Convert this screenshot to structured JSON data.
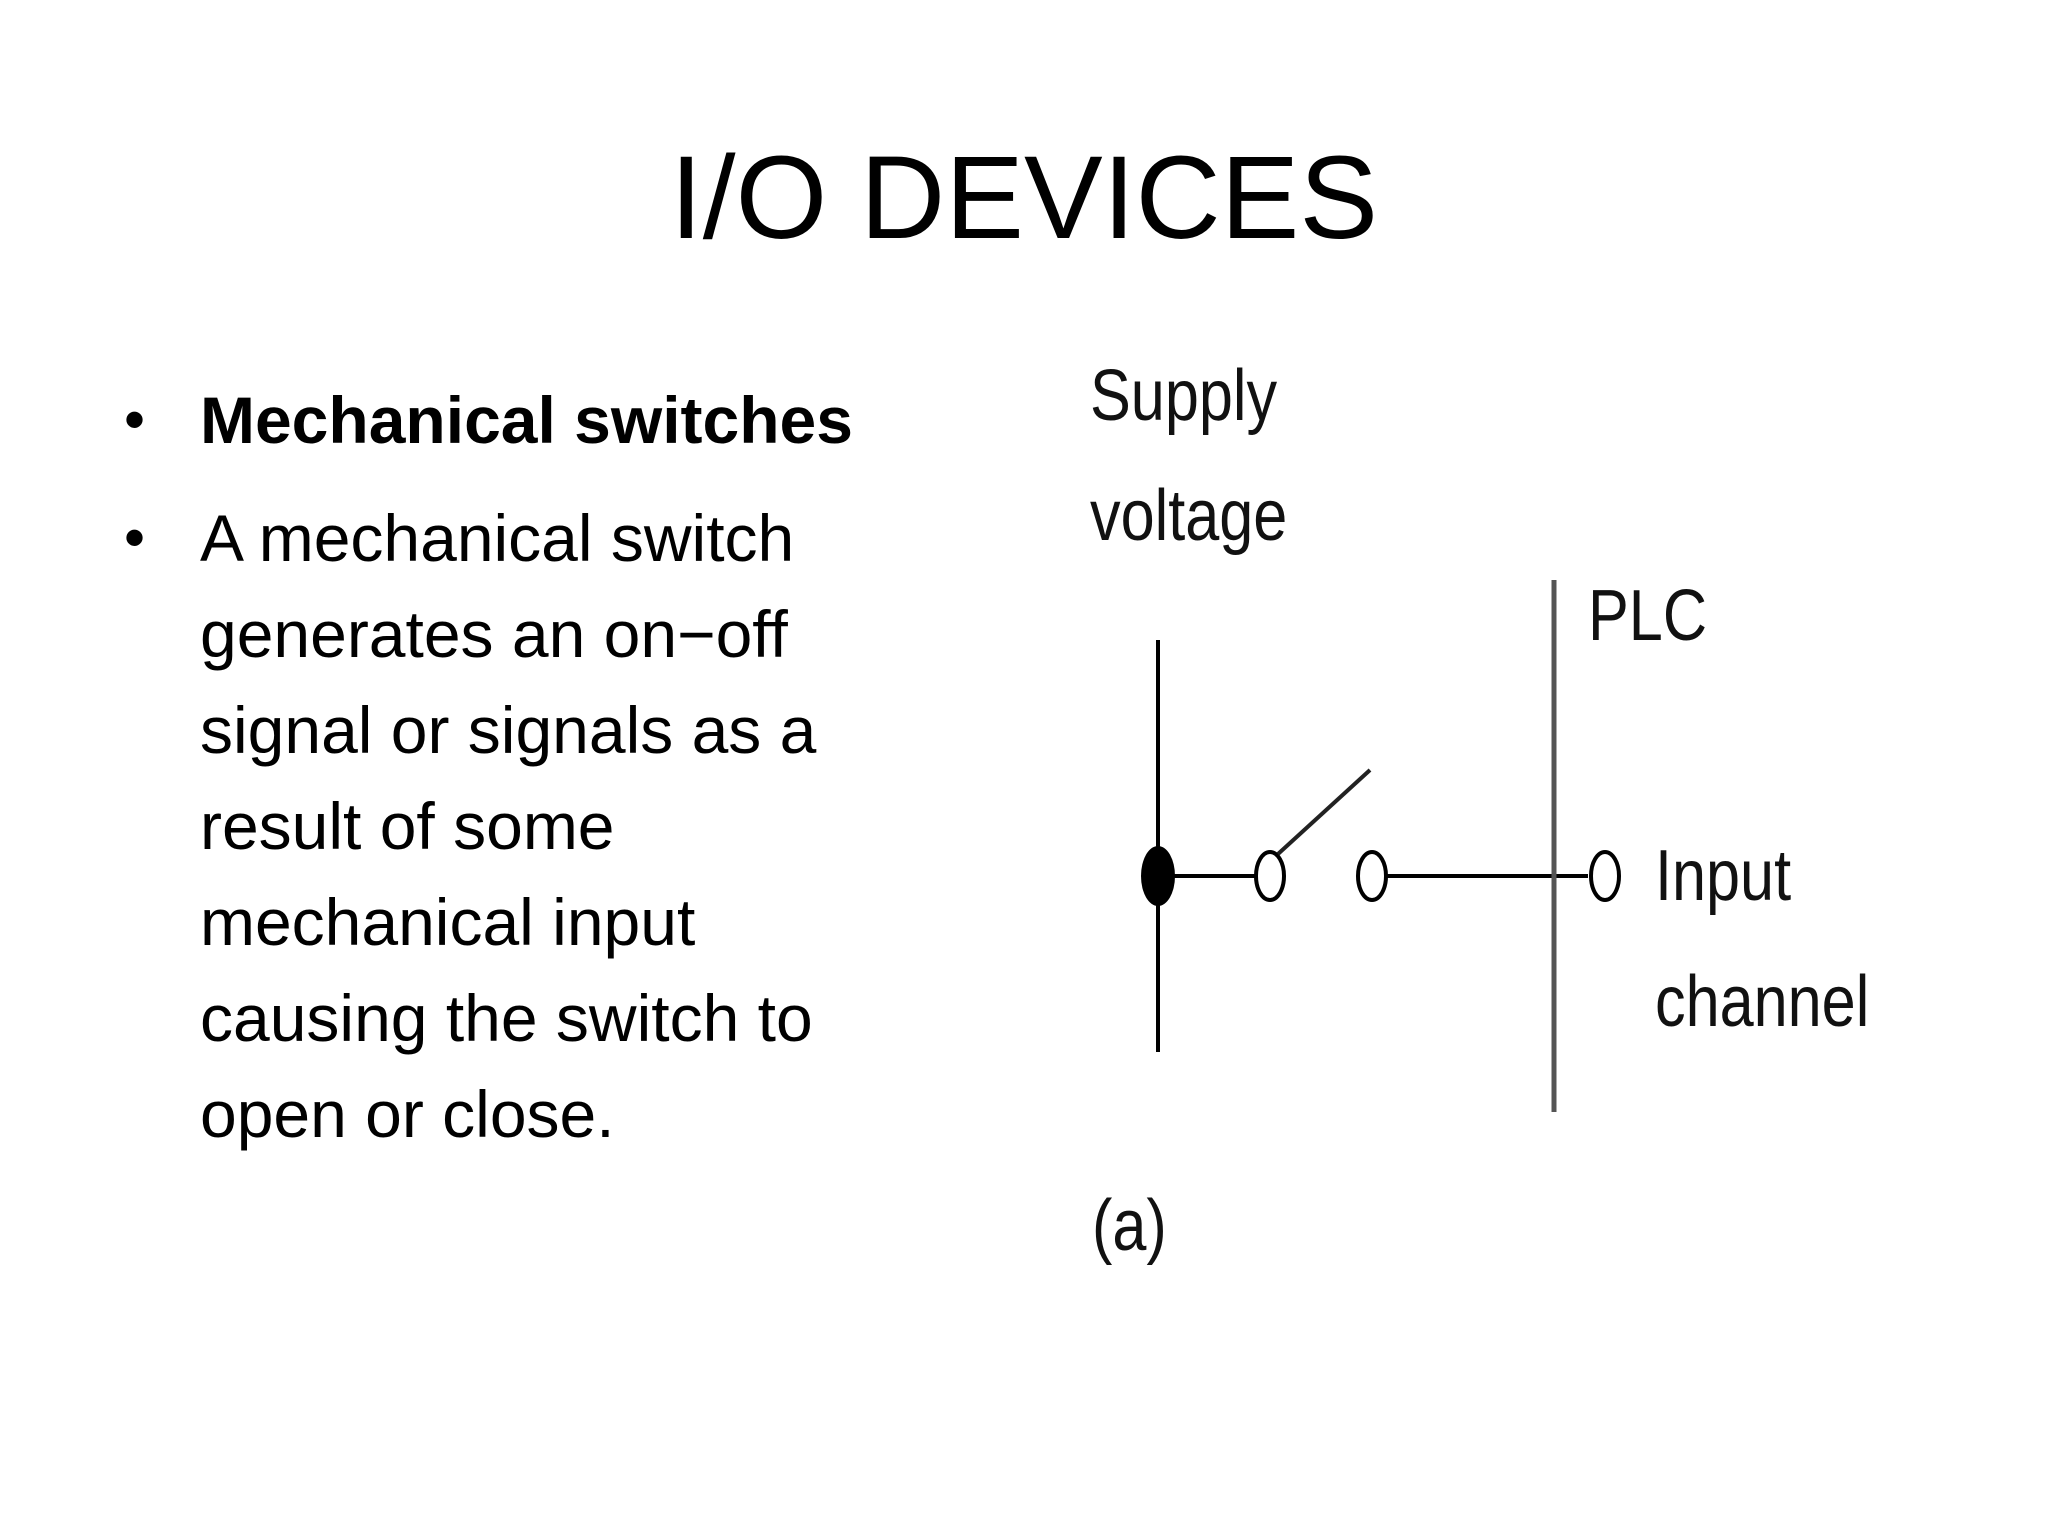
{
  "slide": {
    "title": "I/O DEVICES",
    "bullets": [
      "Mechanical switches",
      "A mechanical switch generates an on−off signal or signals as a result of some mechanical input causing the switch to open or close."
    ]
  },
  "diagram": {
    "supply_label_line1": "Supply",
    "supply_label_line2": "voltage",
    "plc_label": "PLC",
    "input_label_line1": "Input",
    "input_label_line2": "channel",
    "figure_label": "(a)"
  }
}
